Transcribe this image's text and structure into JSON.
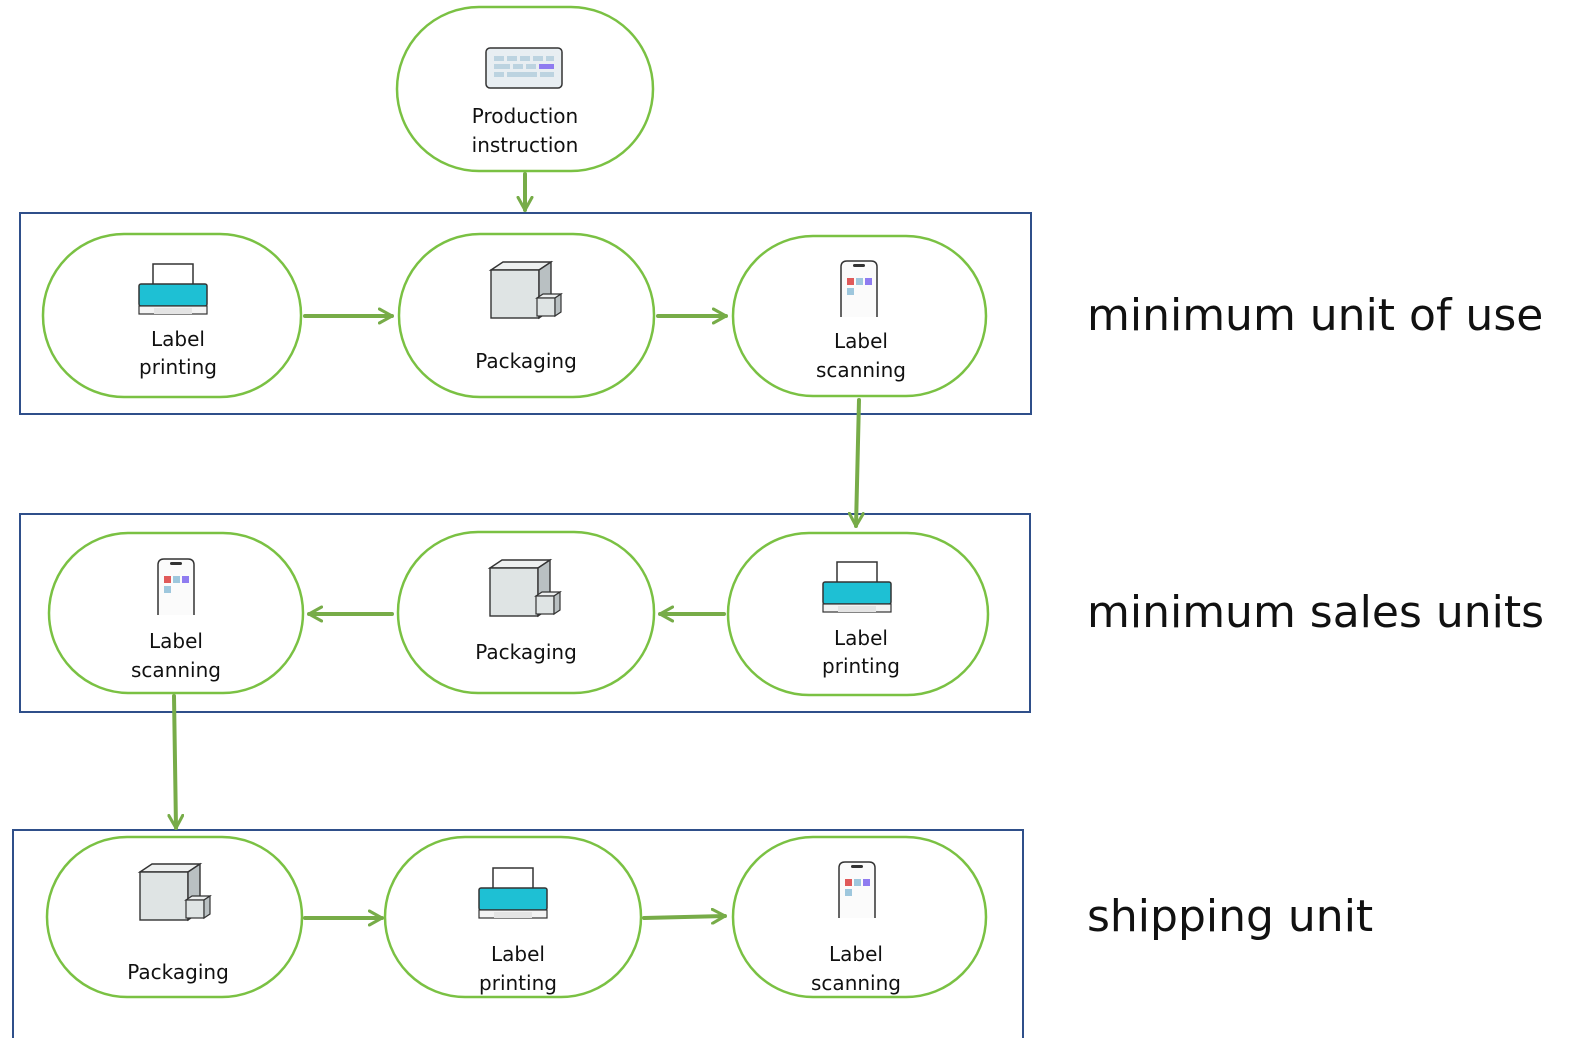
{
  "colors": {
    "node_border": "#7ac143",
    "arrow": "#77ac48",
    "group_border": "#2f4f8a",
    "printer_accent": "#1ec0d4",
    "tile_red": "#e05a5a",
    "tile_purple": "#8f7cf0",
    "tile_blue": "#9ec7dd"
  },
  "start": {
    "label_line1": "Production",
    "label_line2": "instruction",
    "icon": "keyboard-icon"
  },
  "groups": [
    {
      "label": "minimum unit of use",
      "steps": [
        {
          "icon": "printer-icon",
          "line1": "Label",
          "line2": "printing"
        },
        {
          "icon": "boxes-icon",
          "line1": "Packaging",
          "line2": ""
        },
        {
          "icon": "phone-icon",
          "line1": "Label",
          "line2": "scanning"
        }
      ]
    },
    {
      "label": "minimum sales units",
      "steps": [
        {
          "icon": "phone-icon",
          "line1": "Label",
          "line2": "scanning"
        },
        {
          "icon": "boxes-icon",
          "line1": "Packaging",
          "line2": ""
        },
        {
          "icon": "printer-icon",
          "line1": "Label",
          "line2": "printing"
        }
      ]
    },
    {
      "label": "shipping unit",
      "steps": [
        {
          "icon": "boxes-icon",
          "line1": "Packaging",
          "line2": ""
        },
        {
          "icon": "printer-icon",
          "line1": "Label",
          "line2": "printing"
        },
        {
          "icon": "phone-icon",
          "line1": "Label",
          "line2": "scanning"
        }
      ]
    }
  ]
}
